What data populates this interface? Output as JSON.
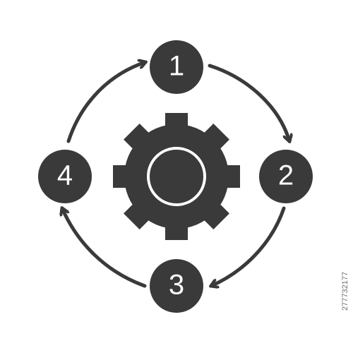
{
  "diagram": {
    "steps": [
      {
        "label": "1"
      },
      {
        "label": "2"
      },
      {
        "label": "3"
      },
      {
        "label": "4"
      }
    ],
    "center_icon": "gear-icon",
    "colors": {
      "ink": "#3a3a3a",
      "background": "#ffffff"
    }
  },
  "stock_id": "277732177"
}
